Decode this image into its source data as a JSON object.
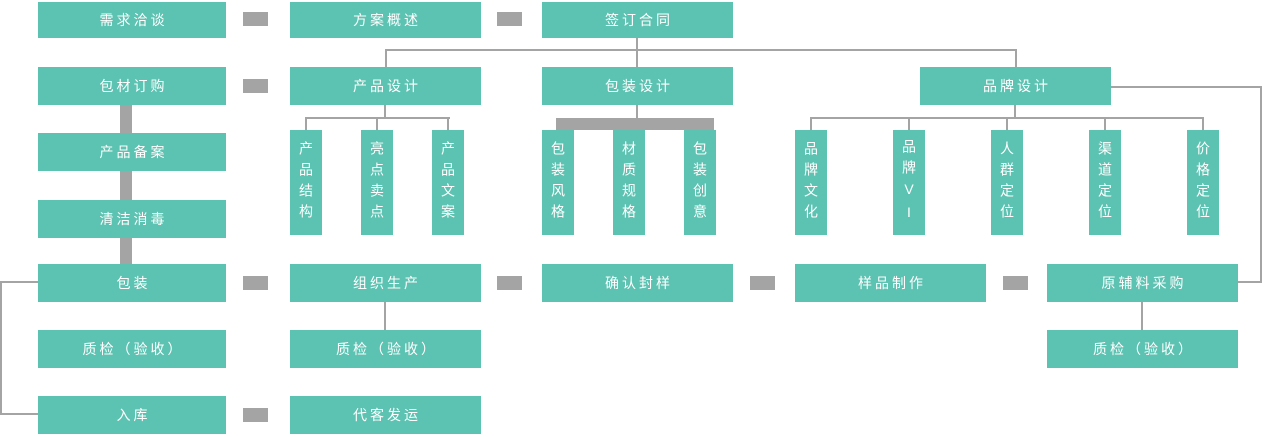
{
  "colors": {
    "node_fill": "#5CC2B1",
    "node_text": "#FFFFFF",
    "connector": "#A4A4A4",
    "background": "#FFFFFF"
  },
  "flowchart": {
    "nodes": [
      {
        "label": "需求洽谈"
      },
      {
        "label": "方案概述"
      },
      {
        "label": "签订合同"
      },
      {
        "label": "包材订购"
      },
      {
        "label": "产品设计"
      },
      {
        "label": "包装设计"
      },
      {
        "label": "品牌设计"
      },
      {
        "label": "产品备案"
      },
      {
        "label": "清洁消毒"
      },
      {
        "label": "包装"
      },
      {
        "label": "组织生产"
      },
      {
        "label": "确认封样"
      },
      {
        "label": "样品制作"
      },
      {
        "label": "原辅料采购"
      },
      {
        "label": "质检（验收）"
      },
      {
        "label": "质检（验收）"
      },
      {
        "label": "质检（验收）"
      },
      {
        "label": "入库"
      },
      {
        "label": "代客发运"
      }
    ],
    "vertical_nodes": [
      {
        "label": "产品结构"
      },
      {
        "label": "亮点卖点"
      },
      {
        "label": "产品文案"
      },
      {
        "label": "包装风格"
      },
      {
        "label": "材质规格"
      },
      {
        "label": "包装创意"
      },
      {
        "label": "品牌文化"
      },
      {
        "label": "品牌VI"
      },
      {
        "label": "人群定位"
      },
      {
        "label": "渠道定位"
      },
      {
        "label": "价格定位"
      }
    ]
  }
}
